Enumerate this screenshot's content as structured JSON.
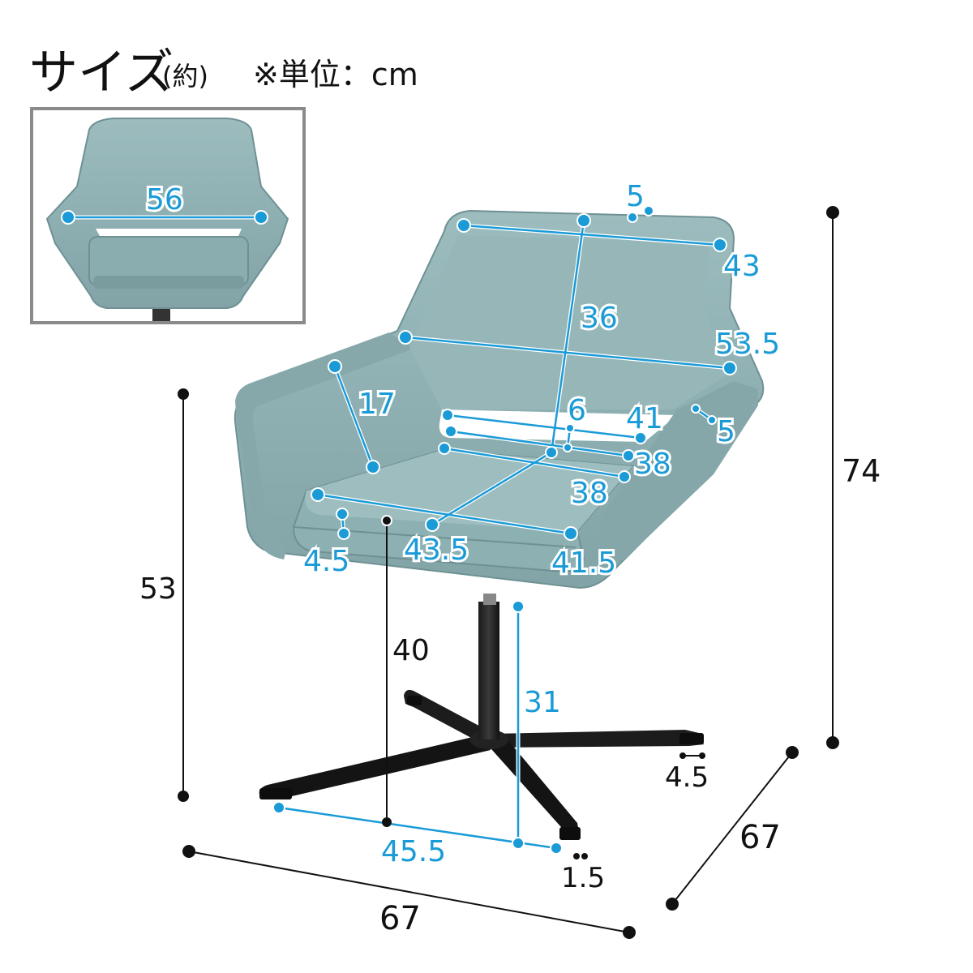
{
  "header": {
    "title": "サイズ",
    "approx": "(約)",
    "unit_note": "※単位：cm"
  },
  "inset": {
    "width_label": "56"
  },
  "dimensions": {
    "seat_back_top_gap": "5",
    "back_top_width": "43",
    "back_height": "36",
    "back_mid_width": "53.5",
    "armrest_length": "17",
    "arm_gap_height": "6",
    "arm_gap_width": "41",
    "arm_thickness": "5",
    "seat_back_width": "38",
    "seat_depth_inner": "38",
    "seat_depth": "43.5",
    "seat_front_width": "41.5",
    "cushion_thickness": "4.5",
    "seat_height": "40",
    "base_height": "31",
    "base_width": "45.5",
    "foot_height": "1.5",
    "foot_width": "4.5",
    "arm_height": "53",
    "total_height": "74",
    "total_width": "67",
    "total_depth": "67"
  },
  "colors": {
    "fabric": "#8fb0b2",
    "fabric_dark": "#6f9194",
    "fabric_light": "#a9c4c5",
    "dimension_blue": "#1a9bd7",
    "black": "#111111",
    "frame_gray": "#8a8a8a"
  }
}
